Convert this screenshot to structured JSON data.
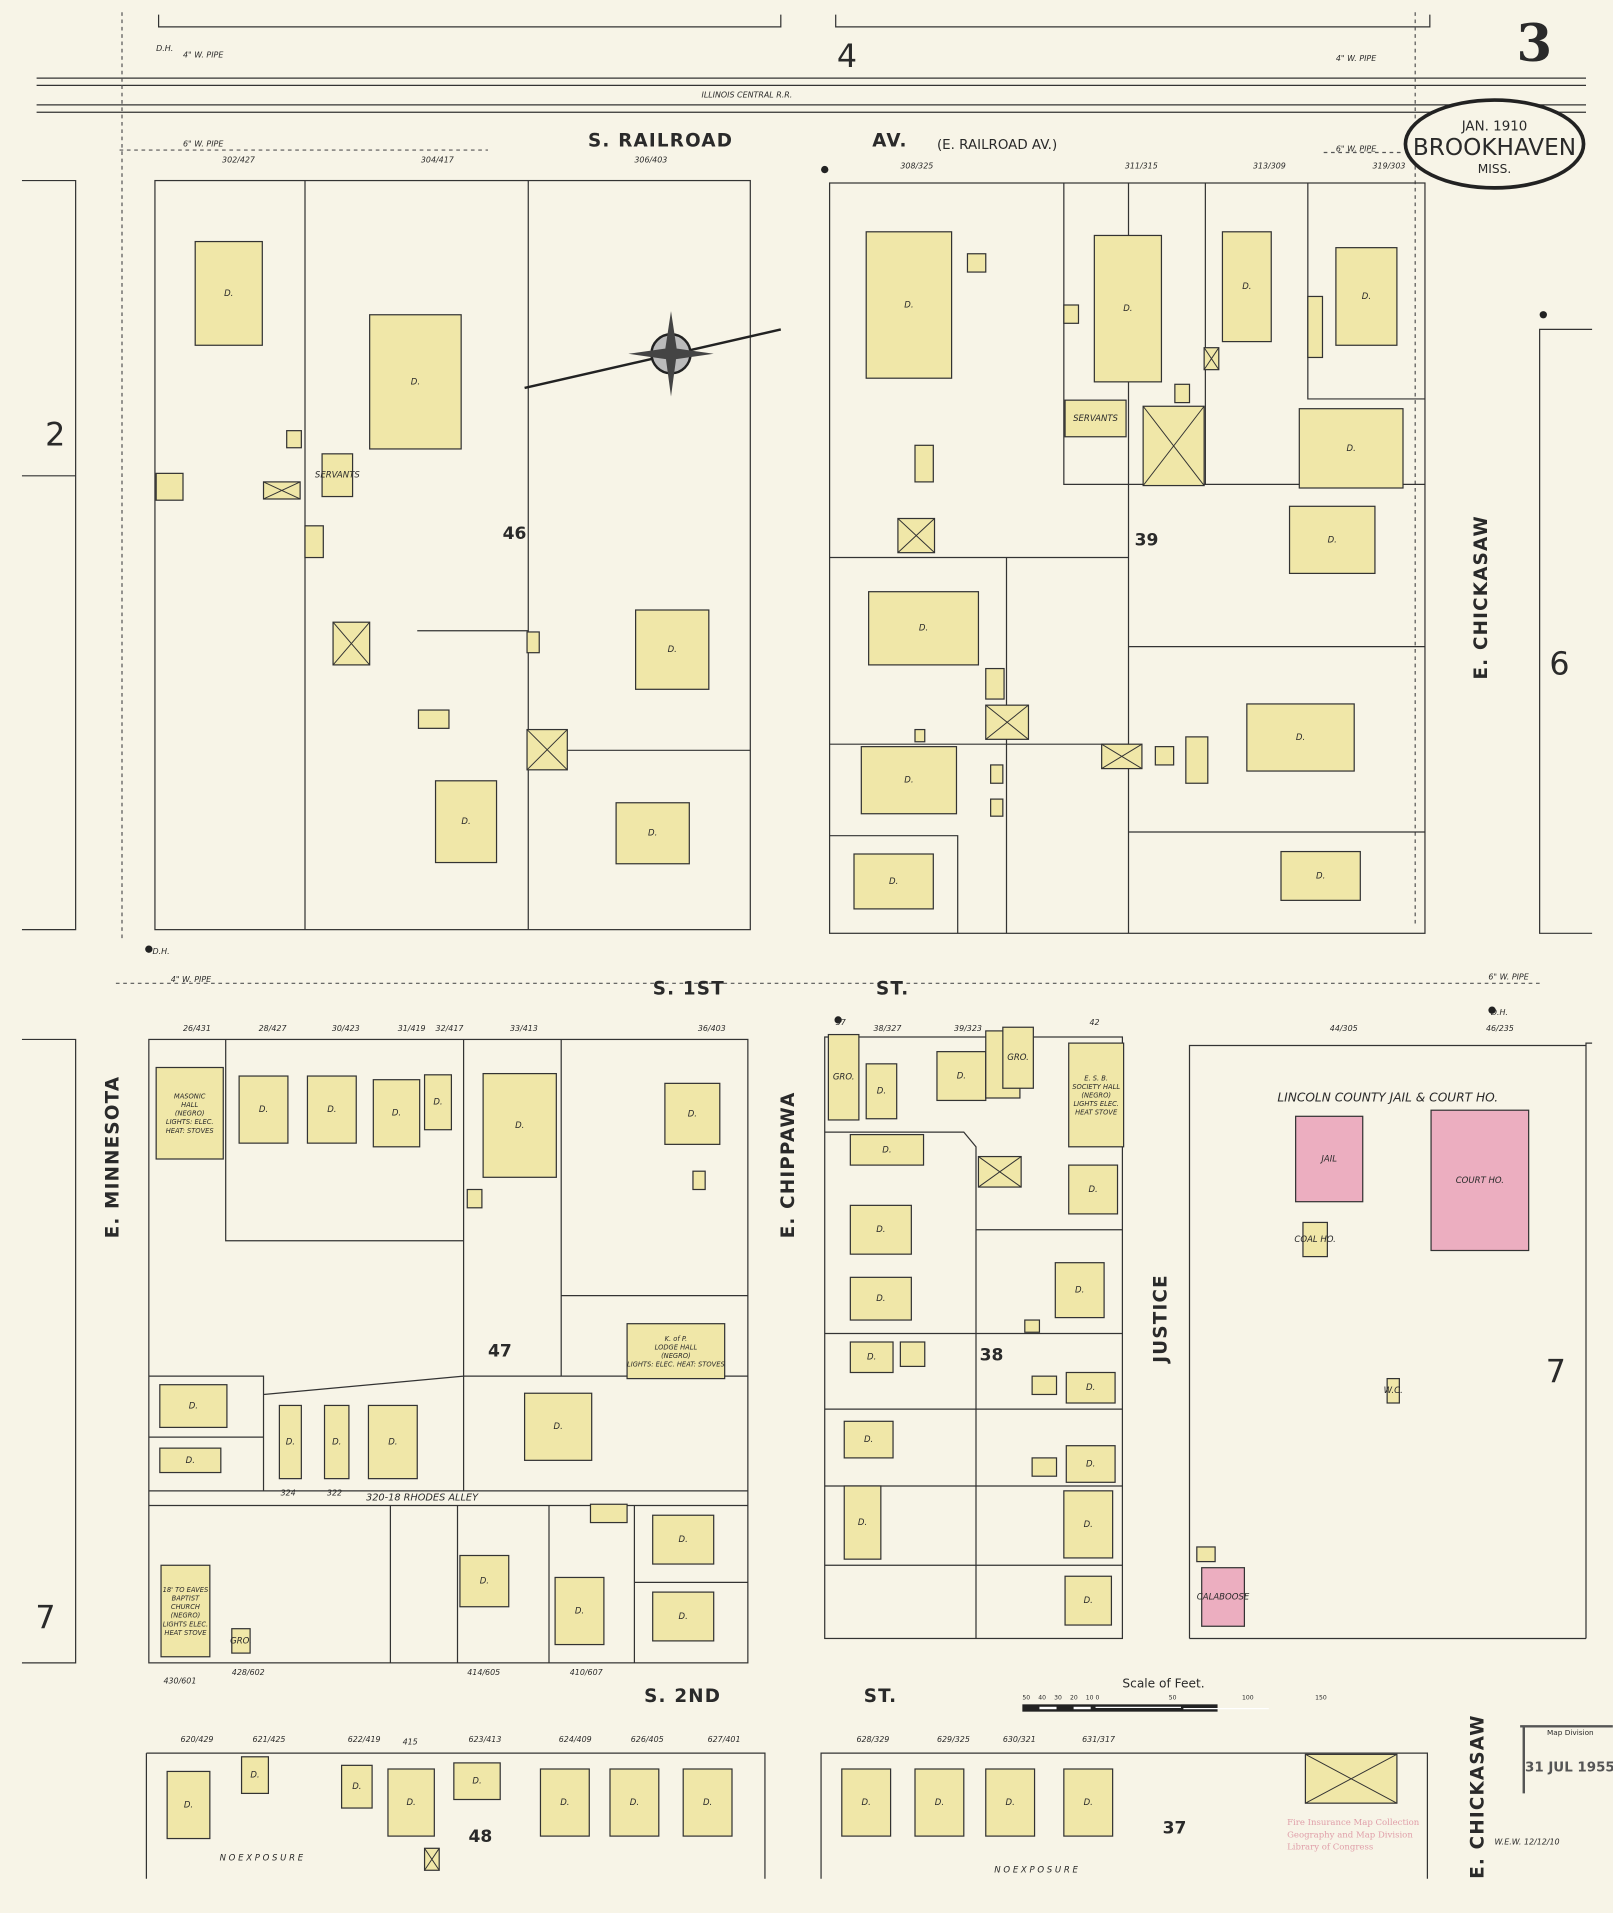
{
  "sheet": {
    "page_number": "3",
    "top_adjoining": "4",
    "left_adjoining": "2",
    "right_adjoining": "6",
    "right_lower_adjoining": "7",
    "left_lower_adjoining": "7"
  },
  "title_cartouche": {
    "date": "JAN. 1910",
    "city": "BROOKHAVEN",
    "state": "MISS."
  },
  "railroad": "ILLINOIS CENTRAL R.R.",
  "streets": {
    "s_railroad": "S. RAILROAD",
    "av": "AV.",
    "e_railroad": "(E. RAILROAD AV.)",
    "s_first": "S. 1ST",
    "st1": "ST.",
    "s_second": "S. 2ND",
    "st2": "ST.",
    "e_minnesota": "E. MINNESOTA",
    "e_chippawa": "E. CHIPPAWA",
    "justice": "JUSTICE",
    "e_chickasaw": "E. CHICKASAW",
    "e_chickasaw_bottom": "E. CHICKASAW",
    "rhodes_alley": "320-18 RHODES ALLEY"
  },
  "pipes": {
    "w4": "4\" W. PIPE",
    "w6": "6\" W. PIPE",
    "hydrant": "D.H."
  },
  "blocks": [
    "46",
    "39",
    "47",
    "38",
    "48",
    "37"
  ],
  "institution_title": "LINCOLN COUNTY JAIL & COURT HO.",
  "building_labels": {
    "dwelling": "D.",
    "servants": "SERVANTS",
    "masonic": [
      "MASONIC",
      "HALL",
      "(NEGRO)",
      "LIGHTS: ELEC.",
      "HEAT: STOVES"
    ],
    "kofp": [
      "K. of P.",
      "LODGE HALL",
      "(NEGRO)",
      "LIGHTS: ELEC. HEAT: STOVES"
    ],
    "baptist": [
      "18' TO EAVES",
      "BAPTIST",
      "CHURCH",
      "(NEGRO)",
      "LIGHTS ELEC.",
      "HEAT STOVE"
    ],
    "esb": [
      "E. S. B.",
      "SOCIETY HALL",
      "(NEGRO)",
      "LIGHTS ELEC.",
      "HEAT STOVE"
    ],
    "jail": "JAIL",
    "court": "COURT HO.",
    "coal": "COAL HO.",
    "wc": "W.C.",
    "calaboose": "CALABOOSE",
    "gro": "GRO."
  },
  "addresses": [
    "302/427",
    "304/417",
    "306/403",
    "308/325",
    "311/315",
    "313/309",
    "319/303",
    "26/431",
    "28/427",
    "30/423",
    "31/419",
    "32/417",
    "33/413",
    "36/403",
    "37",
    "38/327",
    "39/323",
    "42",
    "44/305",
    "46/235",
    "620/429",
    "621/425",
    "622/419",
    "415",
    "623/413",
    "624/409",
    "626/405",
    "627/401",
    "628/329",
    "629/325",
    "630/321",
    "631/317",
    "430/601",
    "428/602",
    "414/605",
    "410/607",
    "324",
    "322"
  ],
  "no_exposure": "N O   E X P O S U R E",
  "scale": {
    "title": "Scale of Feet.",
    "ticks": [
      "50",
      "40",
      "30",
      "20",
      "10",
      "0",
      "50",
      "100",
      "150"
    ]
  },
  "stamp": {
    "line1": "Map Division",
    "line2": "31 JUL 1955"
  },
  "watermark": [
    "Fire Insurance Map Collection",
    "Geography and Map Division",
    "Library of Congress"
  ],
  "surveyor": "W.E.W. 12/12/10",
  "colors": {
    "paper": "#f7f4e7",
    "frame": "#f0e7a8",
    "brick": "#ecaec0",
    "ink": "#2a2a2a"
  }
}
